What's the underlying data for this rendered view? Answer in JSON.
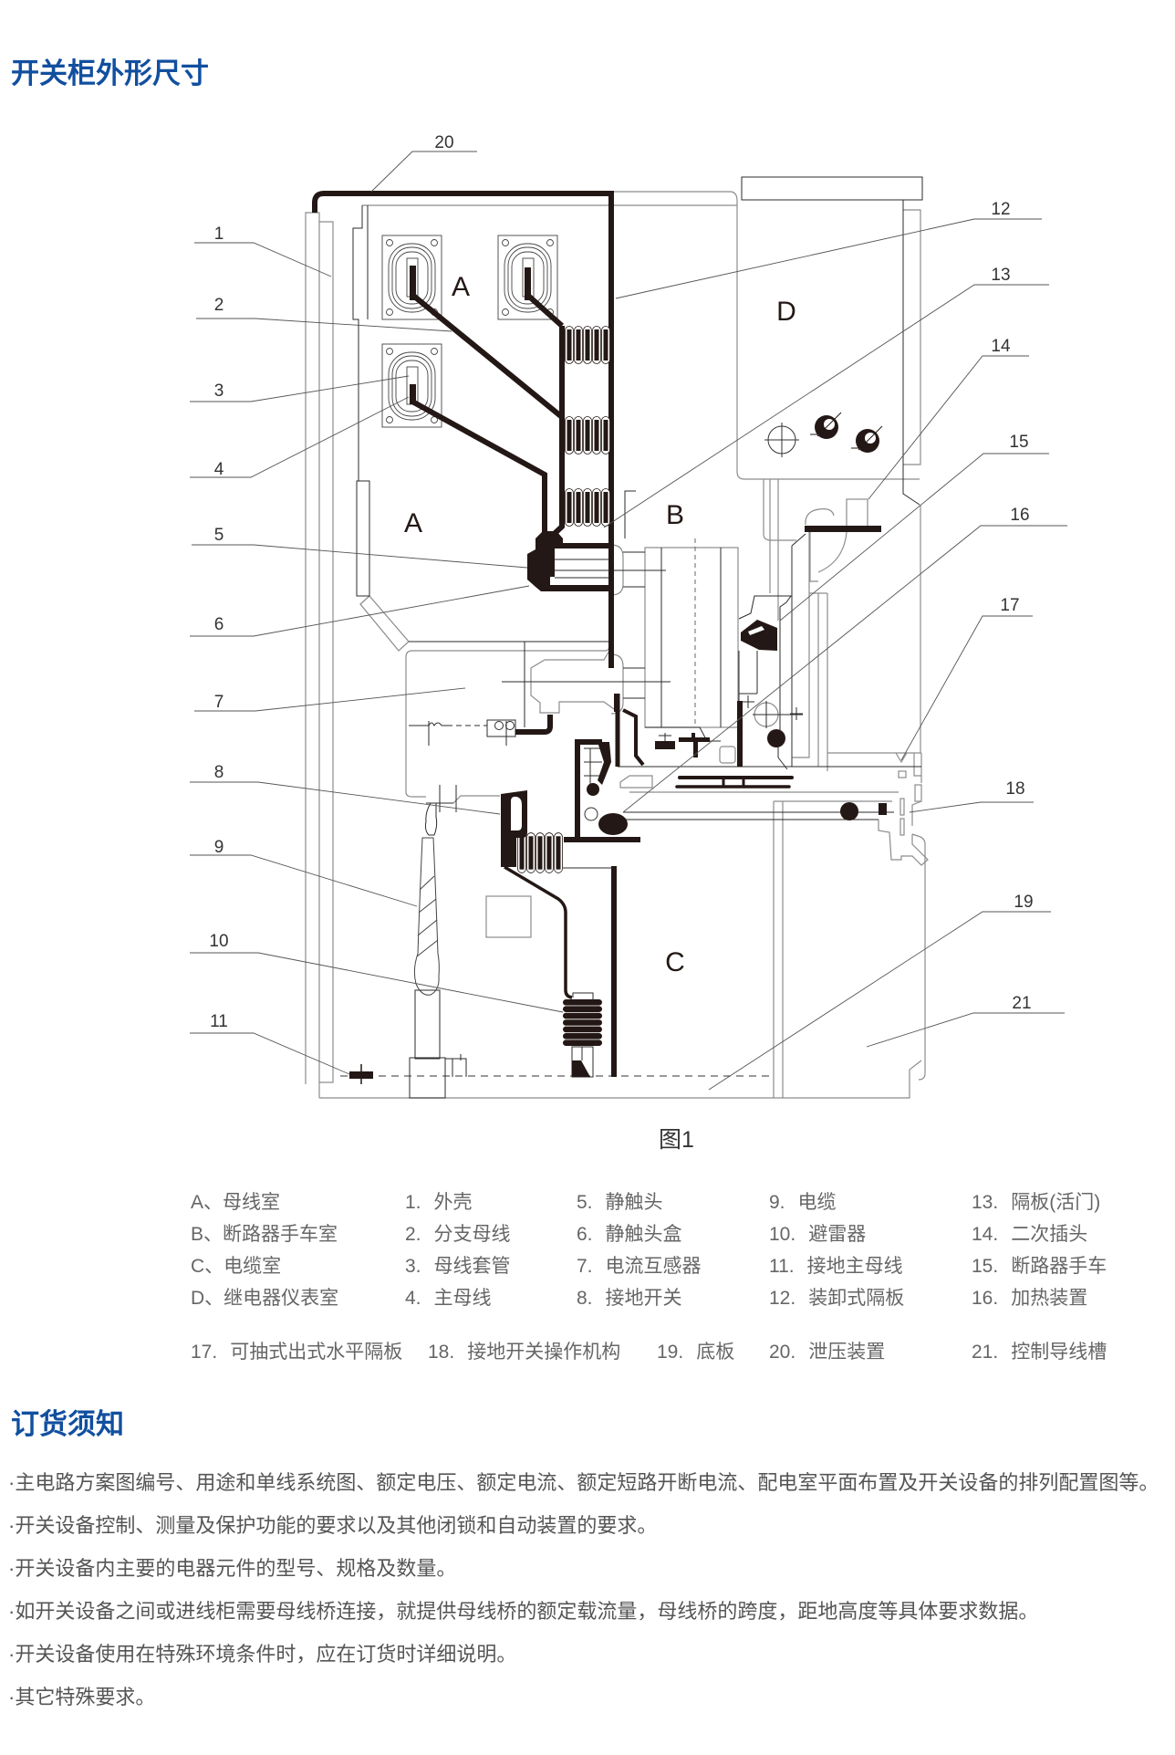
{
  "sections": {
    "dimensions": {
      "title": "开关柜外形尺寸"
    },
    "ordering_notes": {
      "title": "订货须知",
      "items": [
        "·主电路方案图编号、用途和单线系统图、额定电压、额定电流、额定短路开断电流、配电室平面布置及开关设备的排列配置图等。",
        "·开关设备控制、测量及保护功能的要求以及其他闭锁和自动装置的要求。",
        "·开关设备内主要的电器元件的型号、规格及数量。",
        "·如开关设备之间或进线柜需要母线桥连接，就提供母线桥的额定载流量，母线桥的跨度，距地高度等具体要求数据。",
        "·开关设备使用在特殊环境条件时，应在订货时详细说明。",
        "·其它特殊要求。"
      ]
    }
  },
  "figure": {
    "caption": "图1",
    "compartment_labels": {
      "busbar_upper": "A",
      "busbar_lower": "A",
      "breaker": "B",
      "cable": "C",
      "relay": "D"
    },
    "callouts": [
      "1",
      "2",
      "3",
      "4",
      "5",
      "6",
      "7",
      "8",
      "9",
      "10",
      "11",
      "12",
      "13",
      "14",
      "15",
      "16",
      "17",
      "18",
      "19",
      "20",
      "21"
    ]
  },
  "legend": {
    "compartments": [
      "A、母线室",
      "B、断路器手车室",
      "C、电缆室",
      "D、继电器仪表室"
    ],
    "components": [
      {
        "num": "1.",
        "name": "外壳"
      },
      {
        "num": "2.",
        "name": "分支母线"
      },
      {
        "num": "3.",
        "name": "母线套管"
      },
      {
        "num": "4.",
        "name": "主母线"
      },
      {
        "num": "5.",
        "name": "静触头"
      },
      {
        "num": "6.",
        "name": "静触头盒"
      },
      {
        "num": "7.",
        "name": "电流互感器"
      },
      {
        "num": "8.",
        "name": "接地开关"
      },
      {
        "num": "9.",
        "name": "电缆"
      },
      {
        "num": "10.",
        "name": "避雷器"
      },
      {
        "num": "11.",
        "name": "接地主母线"
      },
      {
        "num": "12.",
        "name": "装卸式隔板"
      },
      {
        "num": "13.",
        "name": "隔板(活门)"
      },
      {
        "num": "14.",
        "name": "二次插头"
      },
      {
        "num": "15.",
        "name": "断路器手车"
      },
      {
        "num": "16.",
        "name": "加热装置"
      },
      {
        "num": "17.",
        "name": "可抽式出式水平隔板"
      },
      {
        "num": "18.",
        "name": "接地开关操作机构"
      },
      {
        "num": "19.",
        "name": "底板"
      },
      {
        "num": "20.",
        "name": "泄压装置"
      },
      {
        "num": "21.",
        "name": "控制导线槽"
      }
    ]
  },
  "colors": {
    "heading": "#114f9f",
    "body_text": "#555555",
    "legend_text": "#666666",
    "drawing_line": "#231815"
  }
}
